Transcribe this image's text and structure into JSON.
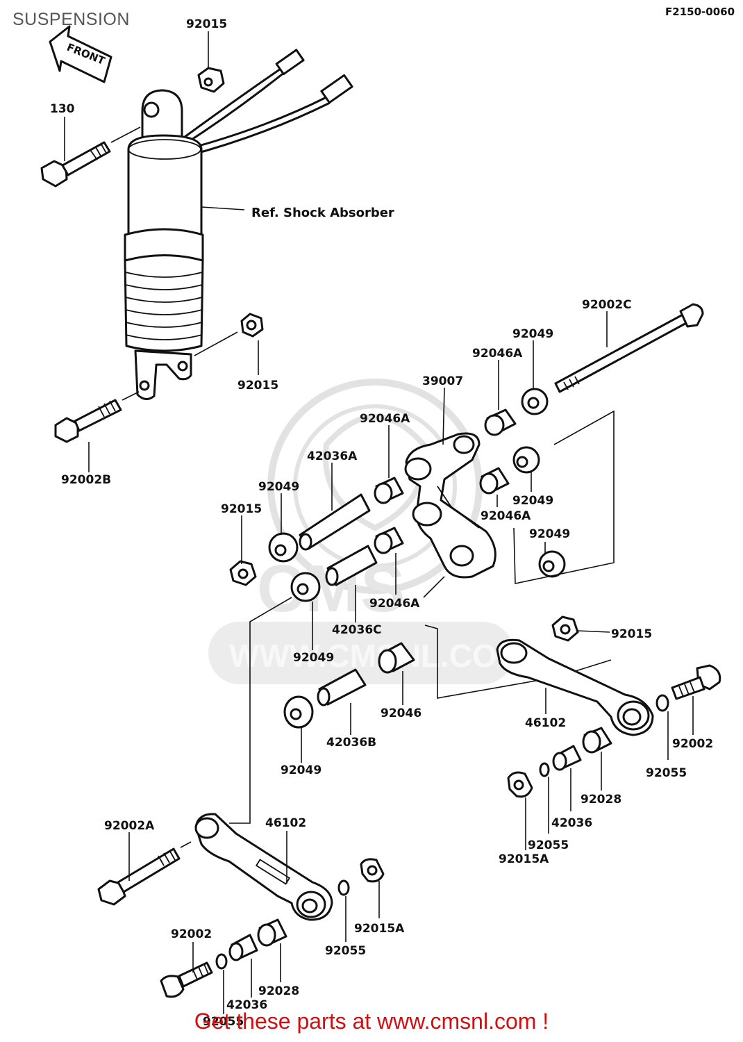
{
  "header": {
    "title": "SUSPENSION",
    "diagram_code": "F2150-0060"
  },
  "footer": {
    "text": "Get these parts at www.cmsnl.com !"
  },
  "watermark": {
    "brand": "CMS",
    "url": "WWW.CMSNL.COM"
  },
  "arrow": {
    "label": "FRONT"
  },
  "callouts": {
    "ref_shock": "Ref. Shock Absorber",
    "p92015_top": "92015",
    "p130": "130",
    "p92015_mid": "92015",
    "p92002B": "92002B",
    "p92002C": "92002C",
    "p92049_a": "92049",
    "p92046A_a": "92046A",
    "p39007": "39007",
    "p92046A_b": "92046A",
    "p42036A": "42036A",
    "p92049_b": "92049",
    "p92015_c": "92015",
    "p92049_c": "92049",
    "p92046A_c": "92046A",
    "p92049_d": "92049",
    "p92046A_d": "92046A",
    "p42036C": "42036C",
    "p92049_e": "92049",
    "p92015_d": "92015",
    "p92046": "92046",
    "p42036B": "42036B",
    "p92049_f": "92049",
    "p46102_r": "46102",
    "p92002_r": "92002",
    "p92055_r": "92055",
    "p92028_r": "92028",
    "p42036_r": "42036",
    "p92055_r2": "92055",
    "p92015A_r": "92015A",
    "p92002A": "92002A",
    "p46102_l": "46102",
    "p92015A_l": "92015A",
    "p92055_l": "92055",
    "p92002_l": "92002",
    "p92028_l": "92028",
    "p42036_l": "42036",
    "p92055_l2": "92055"
  }
}
